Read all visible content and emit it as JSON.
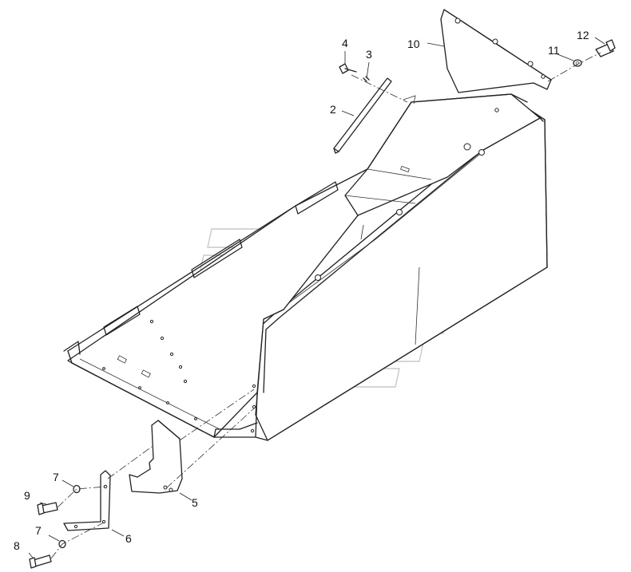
{
  "diagram": {
    "callouts": [
      {
        "id": "c1",
        "text": "2"
      },
      {
        "id": "c2",
        "text": "3"
      },
      {
        "id": "c3",
        "text": "4"
      },
      {
        "id": "c4",
        "text": "10"
      },
      {
        "id": "c5",
        "text": "11"
      },
      {
        "id": "c6",
        "text": "12"
      },
      {
        "id": "c7",
        "text": "5"
      },
      {
        "id": "c8",
        "text": "6"
      },
      {
        "id": "c9",
        "text": "7"
      },
      {
        "id": "c10",
        "text": "7"
      },
      {
        "id": "c11",
        "text": "8"
      },
      {
        "id": "c12",
        "text": "9"
      }
    ]
  }
}
